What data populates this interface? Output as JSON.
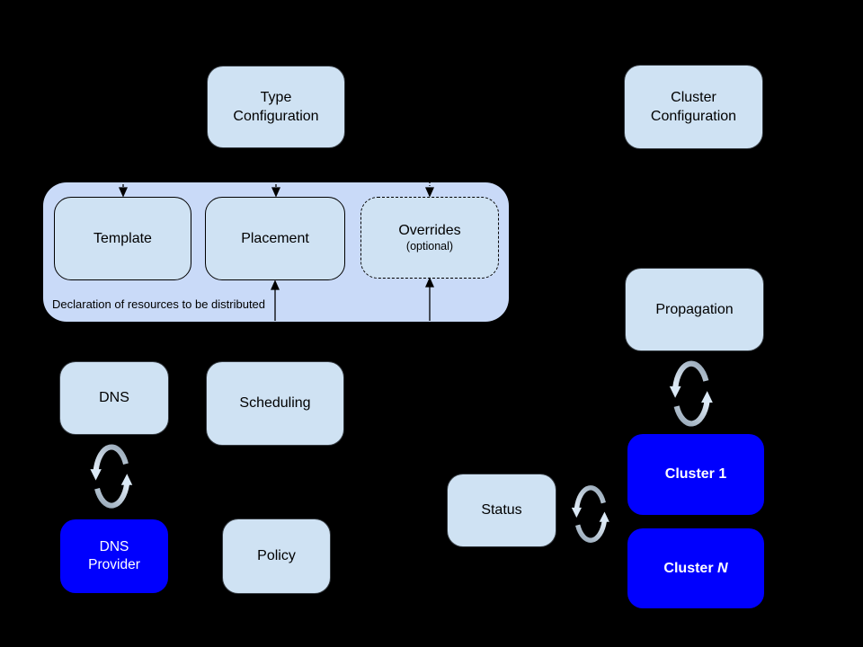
{
  "diagram": {
    "colors": {
      "background": "#000000",
      "light_box": "#cfe2f3",
      "group_box": "#c9daf8",
      "cluster_blue": "#0000fe",
      "text_dark": "#000000",
      "text_light": "#ffffff"
    },
    "group": {
      "caption": "Declaration of resources to be distributed"
    },
    "nodes": {
      "type_configuration": {
        "label": "Type Configuration"
      },
      "cluster_configuration": {
        "label": "Cluster Configuration"
      },
      "template": {
        "label": "Template"
      },
      "placement": {
        "label": "Placement"
      },
      "overrides": {
        "label": "Overrides",
        "sublabel": "(optional)"
      },
      "propagation": {
        "label": "Propagation"
      },
      "dns": {
        "label": "DNS"
      },
      "scheduling": {
        "label": "Scheduling"
      },
      "dns_provider": {
        "label": "DNS Provider"
      },
      "policy": {
        "label": "Policy"
      },
      "status": {
        "label": "Status"
      },
      "cluster_1": {
        "label": "Cluster 1"
      },
      "cluster_n": {
        "prefix": "Cluster",
        "suffix": "N"
      }
    },
    "icons": {
      "sync": "sync-icon"
    }
  }
}
